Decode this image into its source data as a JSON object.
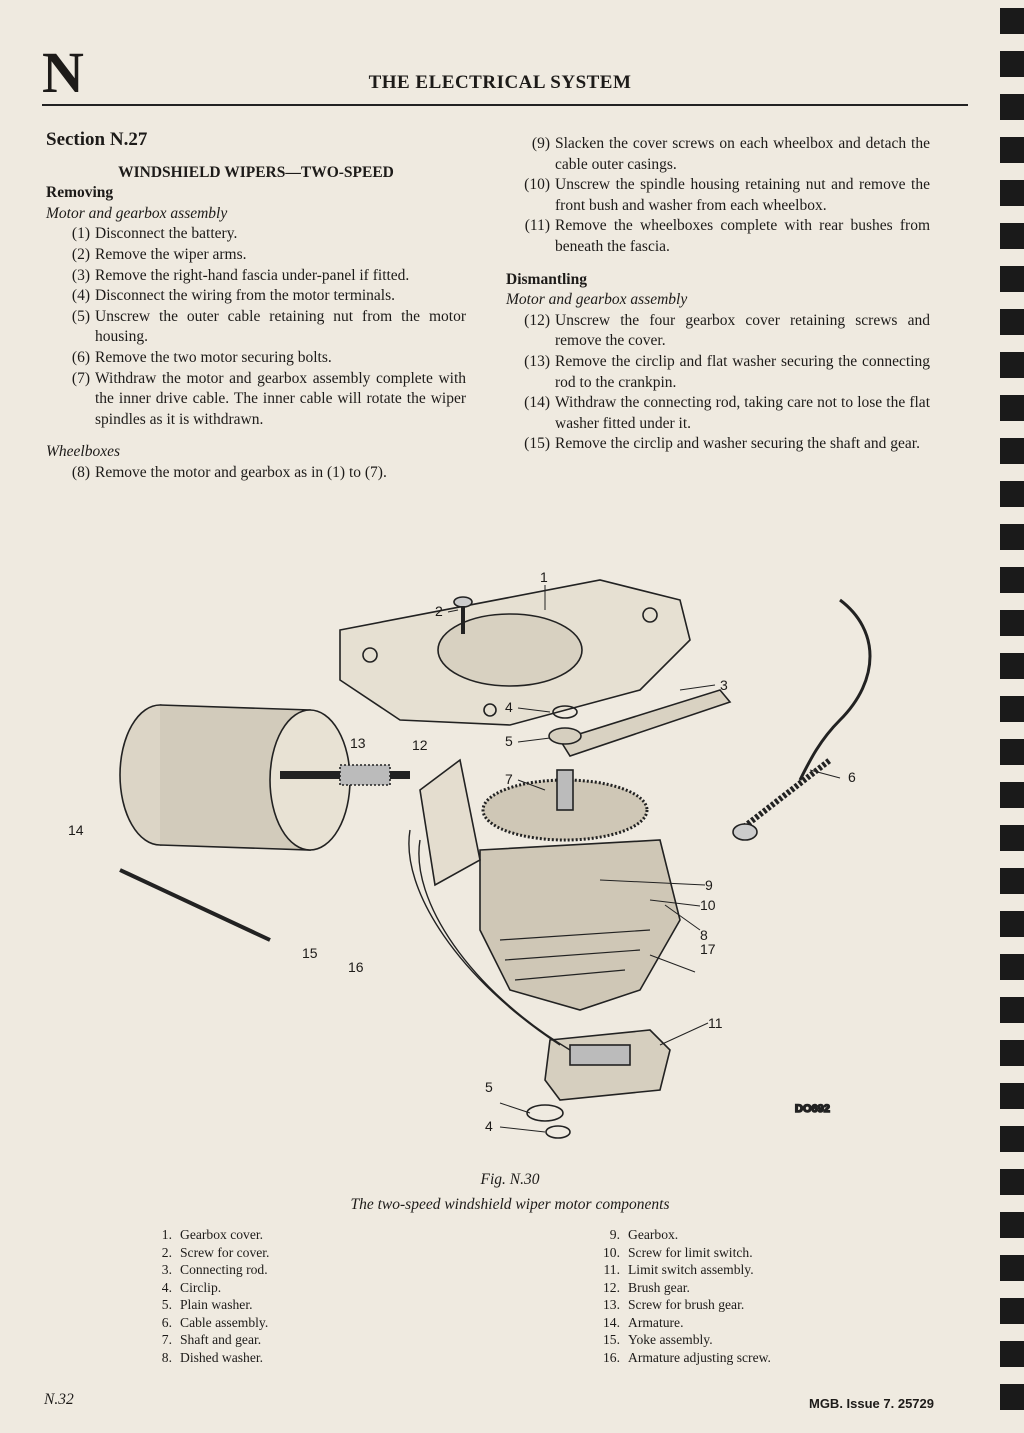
{
  "header": {
    "letter": "N",
    "title": "THE ELECTRICAL SYSTEM"
  },
  "section": {
    "heading": "Section N.27",
    "subheading": "WINDSHIELD WIPERS—TWO-SPEED",
    "removing_label": "Removing",
    "motor_label": "Motor and gearbox assembly",
    "removing_steps": [
      {
        "num": "(1)",
        "text": "Disconnect the battery."
      },
      {
        "num": "(2)",
        "text": "Remove the wiper arms."
      },
      {
        "num": "(3)",
        "text": "Remove the right-hand fascia under-panel if fitted."
      },
      {
        "num": "(4)",
        "text": "Disconnect the wiring from the motor terminals."
      },
      {
        "num": "(5)",
        "text": "Unscrew the outer cable retaining nut from the motor housing."
      },
      {
        "num": "(6)",
        "text": "Remove the two motor securing bolts."
      },
      {
        "num": "(7)",
        "text": "Withdraw the motor and gearbox assembly complete with the inner drive cable. The inner cable will rotate the wiper spindles as it is withdrawn."
      }
    ],
    "wheelboxes_label": "Wheelboxes",
    "wheelbox_steps": [
      {
        "num": "(8)",
        "text": "Remove the motor and gearbox as in (1) to (7)."
      },
      {
        "num": "(9)",
        "text": "Slacken the cover screws on each wheelbox and detach the cable outer casings."
      },
      {
        "num": "(10)",
        "text": "Unscrew the spindle housing retaining nut and remove the front bush and washer from each wheelbox."
      },
      {
        "num": "(11)",
        "text": "Remove the wheelboxes complete with rear bushes from beneath the fascia."
      }
    ],
    "dismantling_label": "Dismantling",
    "dismantling_motor_label": "Motor and gearbox assembly",
    "dismantling_steps": [
      {
        "num": "(12)",
        "text": "Unscrew the four gearbox cover retaining screws and remove the cover."
      },
      {
        "num": "(13)",
        "text": "Remove the circlip and flat washer securing the connecting rod to the crankpin."
      },
      {
        "num": "(14)",
        "text": "Withdraw the connecting rod, taking care not to lose the flat washer fitted under it."
      },
      {
        "num": "(15)",
        "text": "Remove the circlip and washer securing the shaft and gear."
      }
    ]
  },
  "figure": {
    "number": "Fig. N.30",
    "title": "The two-speed windshield wiper motor components",
    "code": "DO692",
    "callouts": [
      "1",
      "2",
      "3",
      "4",
      "5",
      "6",
      "7",
      "8",
      "9",
      "10",
      "11",
      "12",
      "13",
      "14",
      "15",
      "16",
      "17",
      "5",
      "4"
    ],
    "legend_left": [
      {
        "num": "1.",
        "text": "Gearbox cover."
      },
      {
        "num": "2.",
        "text": "Screw for cover."
      },
      {
        "num": "3.",
        "text": "Connecting rod."
      },
      {
        "num": "4.",
        "text": "Circlip."
      },
      {
        "num": "5.",
        "text": "Plain washer."
      },
      {
        "num": "6.",
        "text": "Cable assembly."
      },
      {
        "num": "7.",
        "text": "Shaft and gear."
      },
      {
        "num": "8.",
        "text": "Dished washer."
      }
    ],
    "legend_right": [
      {
        "num": "9.",
        "text": "Gearbox."
      },
      {
        "num": "10.",
        "text": "Screw for limit switch."
      },
      {
        "num": "11.",
        "text": "Limit switch assembly."
      },
      {
        "num": "12.",
        "text": "Brush gear."
      },
      {
        "num": "13.",
        "text": "Screw for brush gear."
      },
      {
        "num": "14.",
        "text": "Armature."
      },
      {
        "num": "15.",
        "text": "Yoke assembly."
      },
      {
        "num": "16.",
        "text": "Armature adjusting screw."
      }
    ]
  },
  "footer": {
    "page": "N.32",
    "info": "MGB.   Issue 7.   25729"
  }
}
